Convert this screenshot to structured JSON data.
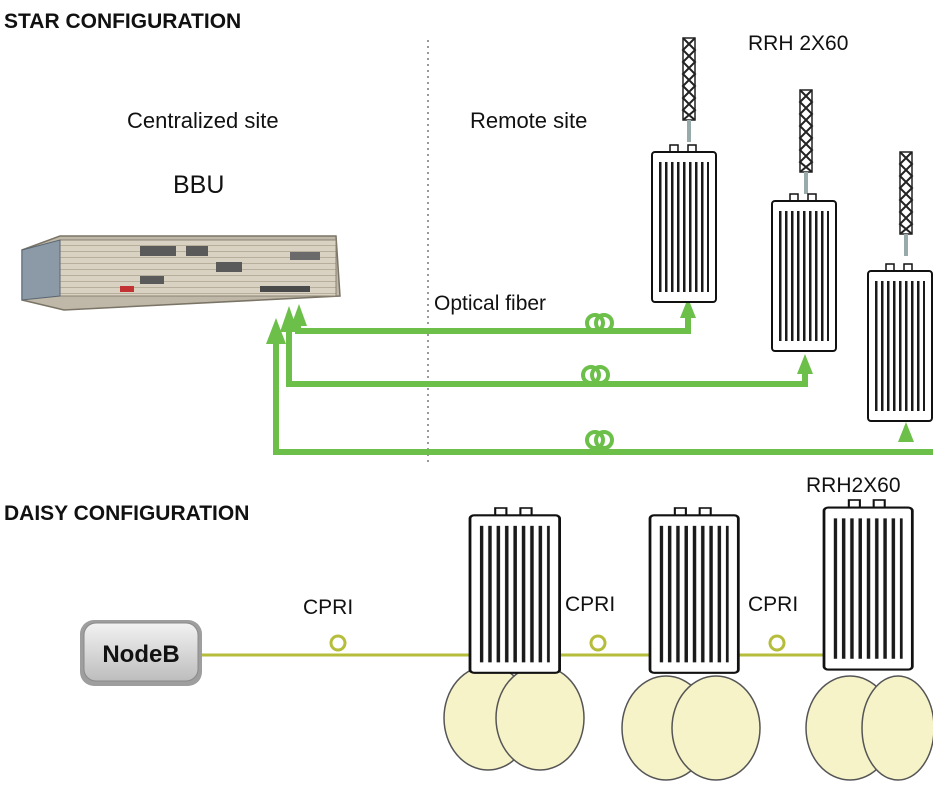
{
  "star": {
    "title": "STAR CONFIGURATION",
    "centralized_label": "Centralized site",
    "remote_label": "Remote site",
    "bbu_label": "BBU",
    "rrh_label": "RRH 2X60",
    "fiber_label": "Optical fiber"
  },
  "daisy": {
    "title": "DAISY CONFIGURATION",
    "nodeb_label": "NodeB",
    "rrh_label": "RRH2X60",
    "links": [
      "CPRI",
      "CPRI",
      "CPRI"
    ]
  },
  "colors": {
    "fiber": "#6cc04a",
    "cpri": "#b5bd3a",
    "rrh_body": "#ffffff",
    "antenna_lobe": "#f6f3c9"
  }
}
